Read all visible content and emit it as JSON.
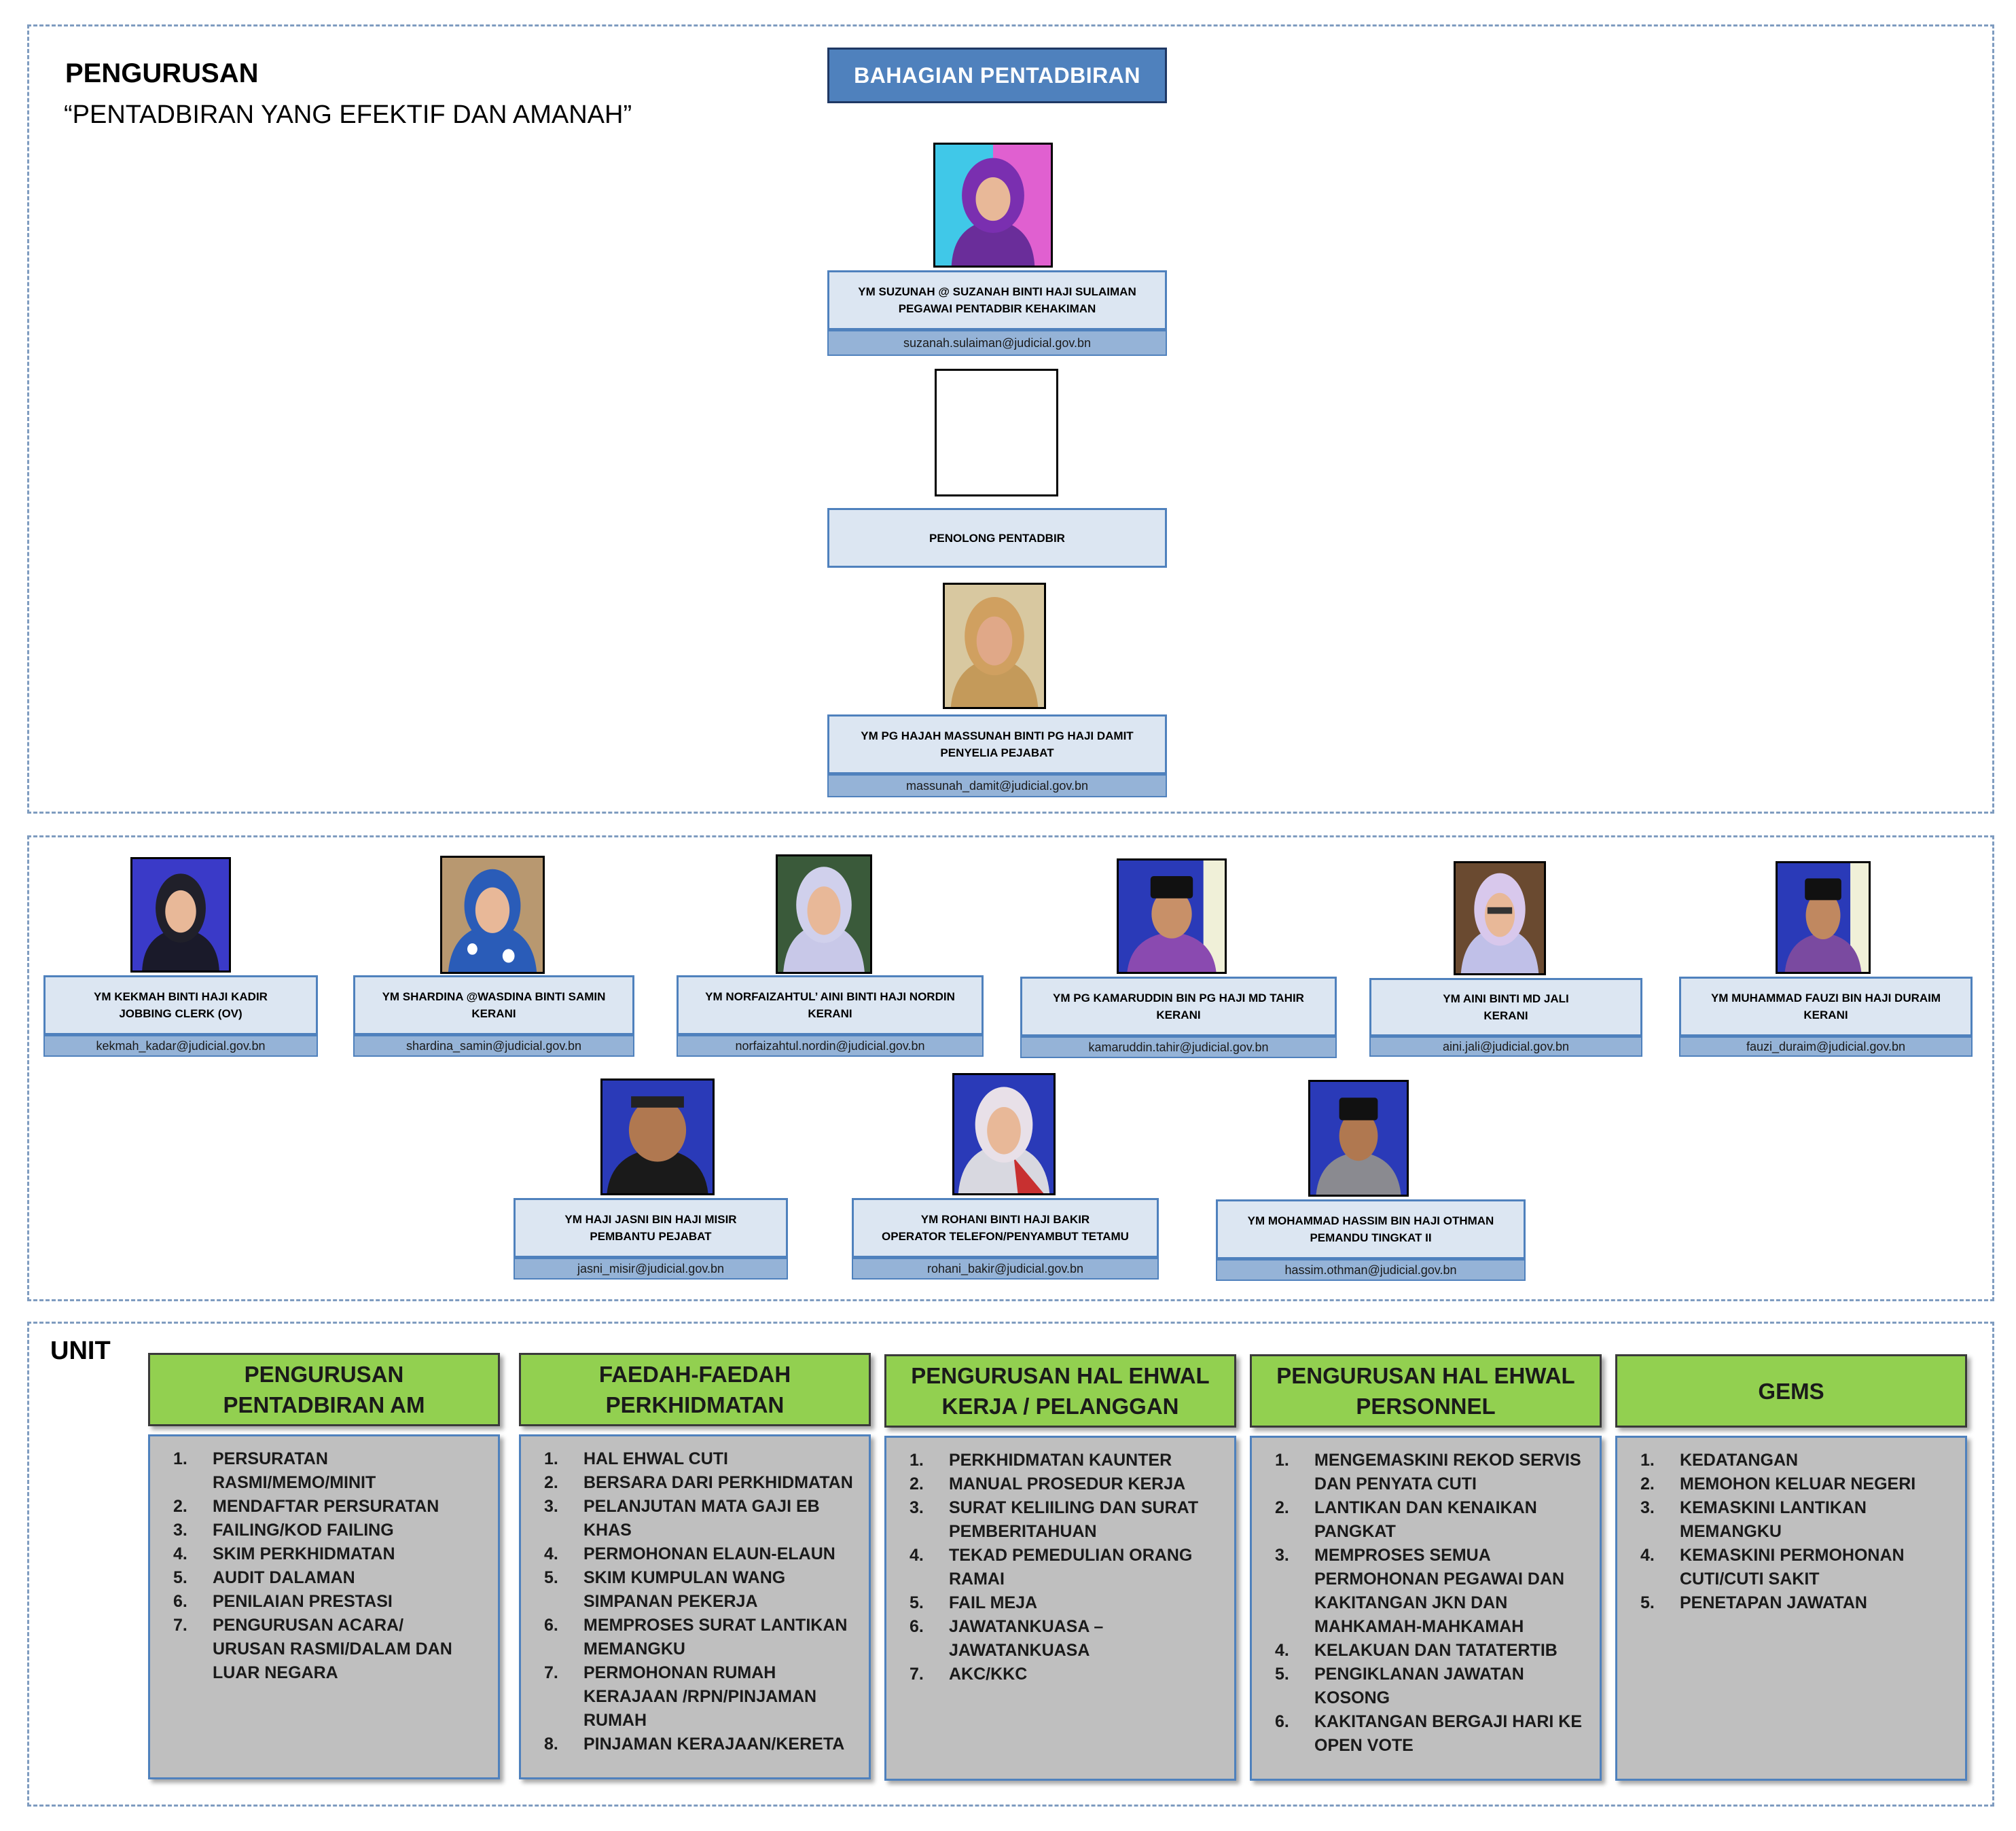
{
  "header": {
    "section_title": "PENGURUSAN",
    "motto": "“PENTADBIRAN YANG EFEKTIF DAN AMANAH”",
    "department": "BAHAGIAN PENTADBIRAN"
  },
  "management": [
    {
      "name": "YM SUZUNAH @ SUZANAH BINTI HAJI SULAIMAN",
      "title": "PEGAWAI PENTADBIR KEHAKIMAN",
      "email": "suzanah.sulaiman@judicial.gov.bn"
    },
    {
      "name": "",
      "title": "PENOLONG PENTADBIR",
      "email": ""
    },
    {
      "name": "YM PG HAJAH MASSUNAH BINTI PG HAJI DAMIT",
      "title": "PENYELIA PEJABAT",
      "email": "massunah_damit@judicial.gov.bn"
    }
  ],
  "staff": [
    {
      "name": "YM KEKMAH BINTI HAJI KADIR",
      "title": "JOBBING CLERK (OV)",
      "email": "kekmah_kadar@judicial.gov.bn"
    },
    {
      "name": "YM SHARDINA @WASDINA BINTI SAMIN",
      "title": "KERANI",
      "email": "shardina_samin@judicial.gov.bn"
    },
    {
      "name": "YM NORFAIZAHTUL’ AINI BINTI HAJI NORDIN",
      "title": "KERANI",
      "email": "norfaizahtul.nordin@judicial.gov.bn"
    },
    {
      "name": "YM PG KAMARUDDIN BIN PG HAJI MD TAHIR",
      "title": "KERANI",
      "email": "kamaruddin.tahir@judicial.gov.bn"
    },
    {
      "name": "YM AINI BINTI MD JALI",
      "title": "KERANI",
      "email": "aini.jali@judicial.gov.bn"
    },
    {
      "name": "YM MUHAMMAD FAUZI BIN HAJI DURAIM",
      "title": "KERANI",
      "email": "fauzi_duraim@judicial.gov.bn"
    },
    {
      "name": "YM HAJI JASNI BIN HAJI MISIR",
      "title": "PEMBANTU PEJABAT",
      "email": "jasni_misir@judicial.gov.bn"
    },
    {
      "name": "YM ROHANI BINTI HAJI BAKIR",
      "title": "OPERATOR TELEFON/PENYAMBUT TETAMU",
      "email": "rohani_bakir@judicial.gov.bn"
    },
    {
      "name": "YM MOHAMMAD HASSIM BIN HAJI OTHMAN",
      "title": "PEMANDU TINGKAT II",
      "email": "hassim.othman@judicial.gov.bn"
    }
  ],
  "units": {
    "label": "UNIT",
    "items": [
      {
        "title": [
          "PENGURUSAN",
          "PENTADBIRAN AM"
        ],
        "tasks": [
          {
            "n": "1.",
            "lines": [
              "PERSURATAN",
              "RASMI/MEMO/MINIT"
            ]
          },
          {
            "n": "2.",
            "lines": [
              "MENDAFTAR PERSURATAN"
            ]
          },
          {
            "n": "3.",
            "lines": [
              "FAILING/KOD FAILING"
            ]
          },
          {
            "n": "4.",
            "lines": [
              "SKIM PERKHIDMATAN"
            ]
          },
          {
            "n": "5.",
            "lines": [
              "AUDIT DALAMAN"
            ]
          },
          {
            "n": "6.",
            "lines": [
              "PENILAIAN PRESTASI"
            ]
          },
          {
            "n": "7.",
            "lines": [
              "PENGURUSAN ACARA/",
              "URUSAN RASMI/DALAM DAN",
              "LUAR NEGARA"
            ]
          }
        ]
      },
      {
        "title": [
          "FAEDAH-FAEDAH",
          "PERKHIDMATAN"
        ],
        "tasks": [
          {
            "n": "1.",
            "lines": [
              "HAL EHWAL CUTI"
            ]
          },
          {
            "n": "2.",
            "lines": [
              "BERSARA DARI PERKHIDMATAN"
            ]
          },
          {
            "n": "3.",
            "lines": [
              "PELANJUTAN MATA GAJI EB",
              "KHAS"
            ]
          },
          {
            "n": "4.",
            "lines": [
              "PERMOHONAN ELAUN-ELAUN"
            ]
          },
          {
            "n": "5.",
            "lines": [
              "SKIM KUMPULAN WANG",
              "SIMPANAN PEKERJA"
            ]
          },
          {
            "n": "6.",
            "lines": [
              "MEMPROSES SURAT LANTIKAN",
              "MEMANGKU"
            ]
          },
          {
            "n": "7.",
            "lines": [
              "PERMOHONAN RUMAH",
              "KERAJAAN /RPN/PINJAMAN",
              "RUMAH"
            ]
          },
          {
            "n": "8.",
            "lines": [
              "PINJAMAN KERAJAAN/KERETA"
            ]
          }
        ]
      },
      {
        "title": [
          "PENGURUSAN HAL EHWAL",
          "KERJA / PELANGGAN"
        ],
        "tasks": [
          {
            "n": "1.",
            "lines": [
              "PERKHIDMATAN KAUNTER"
            ]
          },
          {
            "n": "2.",
            "lines": [
              "MANUAL PROSEDUR KERJA"
            ]
          },
          {
            "n": "3.",
            "lines": [
              "SURAT KELIILING DAN SURAT",
              "PEMBERITAHUAN"
            ]
          },
          {
            "n": "4.",
            "lines": [
              "TEKAD PEMEDULIAN ORANG",
              "RAMAI"
            ]
          },
          {
            "n": "5.",
            "lines": [
              "FAIL MEJA"
            ]
          },
          {
            "n": "6.",
            "lines": [
              "JAWATANKUASA –",
              "JAWATANKUASA"
            ]
          },
          {
            "n": "7.",
            "lines": [
              "AKC/KKC"
            ]
          }
        ]
      },
      {
        "title": [
          "PENGURUSAN HAL EHWAL",
          "PERSONNEL"
        ],
        "tasks": [
          {
            "n": "1.",
            "lines": [
              "MENGEMASKINI REKOD SERVIS",
              "DAN PENYATA CUTI"
            ]
          },
          {
            "n": "2.",
            "lines": [
              "LANTIKAN DAN KENAIKAN",
              "PANGKAT"
            ]
          },
          {
            "n": "3.",
            "lines": [
              "MEMPROSES SEMUA",
              "PERMOHONAN PEGAWAI DAN",
              "KAKITANGAN JKN DAN",
              "MAHKAMAH-MAHKAMAH"
            ]
          },
          {
            "n": "4.",
            "lines": [
              "KELAKUAN DAN TATATERTIB"
            ]
          },
          {
            "n": "5.",
            "lines": [
              "PENGIKLANAN JAWATAN",
              "KOSONG"
            ]
          },
          {
            "n": "6.",
            "lines": [
              "KAKITANGAN BERGAJI HARI KE",
              "OPEN VOTE"
            ]
          }
        ]
      },
      {
        "title": [
          "GEMS"
        ],
        "tasks": [
          {
            "n": "1.",
            "lines": [
              "KEDATANGAN"
            ]
          },
          {
            "n": "2.",
            "lines": [
              "MEMOHON KELUAR NEGERI"
            ]
          },
          {
            "n": "3.",
            "lines": [
              "KEMASKINI LANTIKAN",
              "MEMANGKU"
            ]
          },
          {
            "n": "4.",
            "lines": [
              "KEMASKINI PERMOHONAN",
              "CUTI/CUTI SAKIT"
            ]
          },
          {
            "n": "5.",
            "lines": [
              "PENETAPAN JAWATAN"
            ]
          }
        ]
      }
    ]
  }
}
